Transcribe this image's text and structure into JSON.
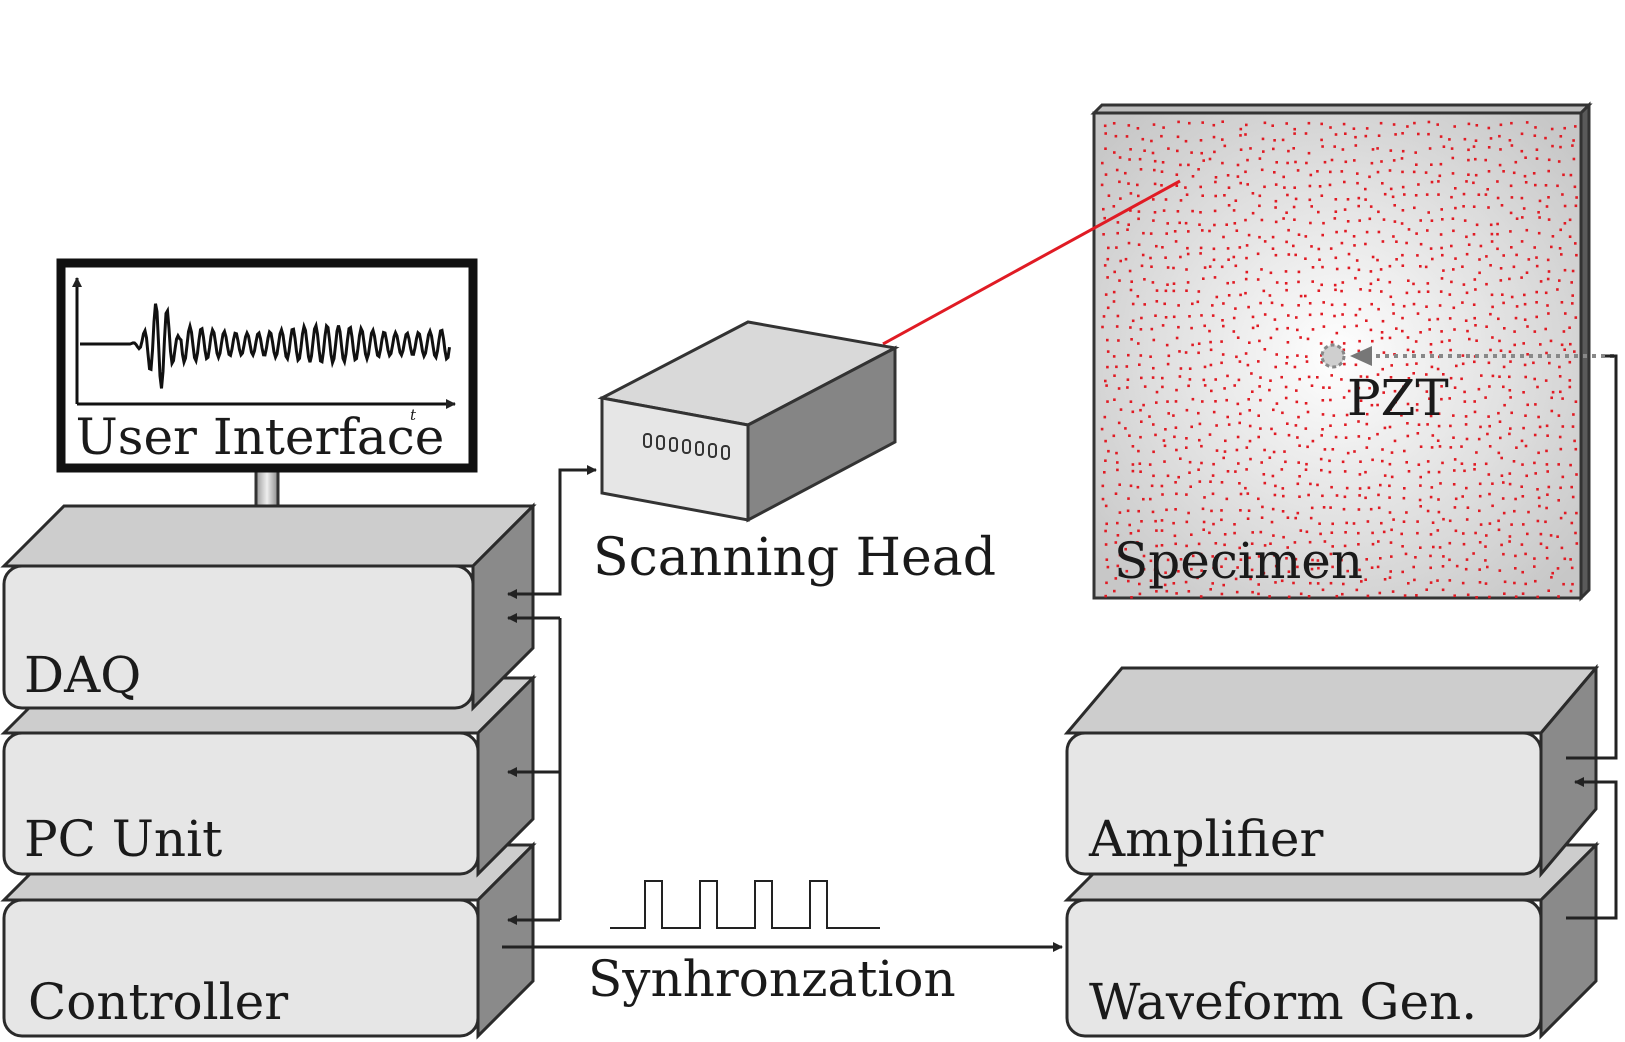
{
  "labels": {
    "user_interface": "User Interface",
    "time_axis": "t",
    "scanning_head": "Scanning Head",
    "specimen": "Specimen",
    "pzt": "PZT",
    "daq": "DAQ",
    "pc_unit": "PC Unit",
    "controller": "Controller",
    "amplifier": "Amplifier",
    "waveform_gen": "Waveform Gen.",
    "synchronization": "Synhronzation"
  },
  "colors": {
    "laser": "#e01b24",
    "scan_points": "#e01b24",
    "box_front": "#e6e6e6",
    "box_top": "#cdcdcd",
    "box_side": "#8a8a8a",
    "outline": "#2b2b2b",
    "pzt_link": "#888888"
  }
}
